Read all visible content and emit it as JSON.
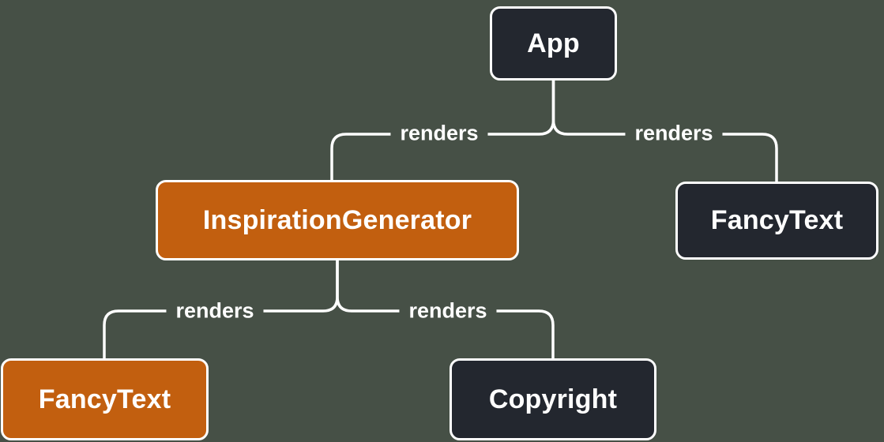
{
  "diagram": {
    "colors": {
      "background": "#465046",
      "node_dark": "#23272f",
      "node_orange": "#c25f0f",
      "line": "#ffffff",
      "text": "#ffffff"
    },
    "nodes": [
      {
        "id": "app",
        "label": "App",
        "variant": "dark"
      },
      {
        "id": "inspiration-generator",
        "label": "InspirationGenerator",
        "variant": "orange"
      },
      {
        "id": "fancy-text-right",
        "label": "FancyText",
        "variant": "dark"
      },
      {
        "id": "fancy-text-left",
        "label": "FancyText",
        "variant": "orange"
      },
      {
        "id": "copyright",
        "label": "Copyright",
        "variant": "dark"
      }
    ],
    "edges": [
      {
        "from": "app",
        "to": "inspiration-generator",
        "label": "renders"
      },
      {
        "from": "app",
        "to": "fancy-text-right",
        "label": "renders"
      },
      {
        "from": "inspiration-generator",
        "to": "fancy-text-left",
        "label": "renders"
      },
      {
        "from": "inspiration-generator",
        "to": "copyright",
        "label": "renders"
      }
    ]
  }
}
